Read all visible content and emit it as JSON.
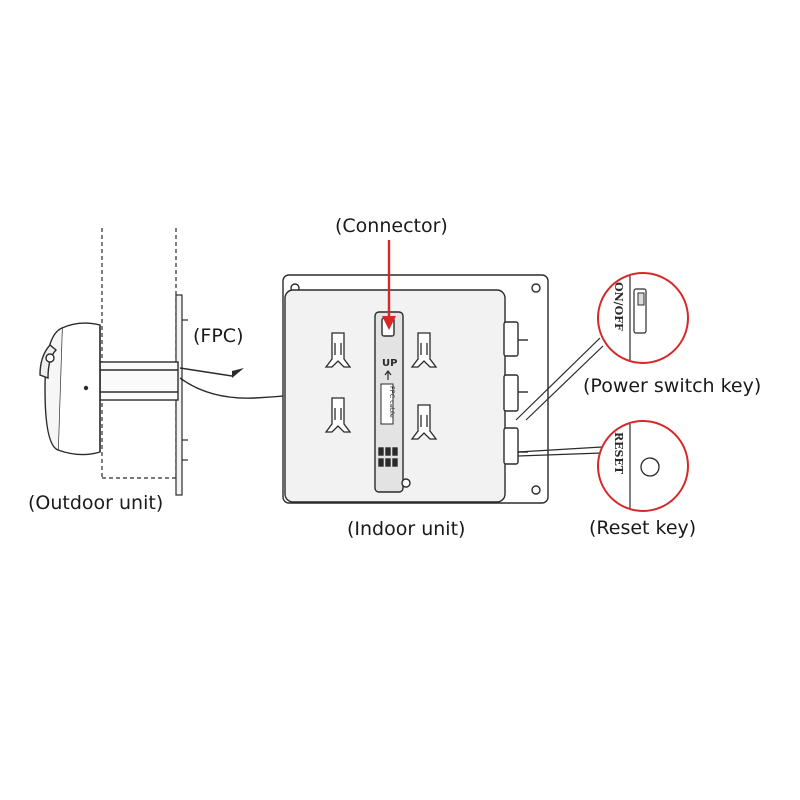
{
  "labels": {
    "connector": "(Connector)",
    "fpc": "(FPC)",
    "outdoor_unit": "(Outdoor unit)",
    "indoor_unit": "(Indoor unit)",
    "power_switch_key": "(Power switch key)",
    "reset_key": "(Reset key)"
  },
  "device_markings": {
    "up": "UP",
    "cable_label": "FPC cable",
    "on_off": "ON/OFF",
    "reset": "RESET"
  },
  "colors": {
    "line": "#2b2b2b",
    "accent_red": "#d62828",
    "panel_fill": "#f2f2f2",
    "back_fill": "#e9e9e9"
  }
}
